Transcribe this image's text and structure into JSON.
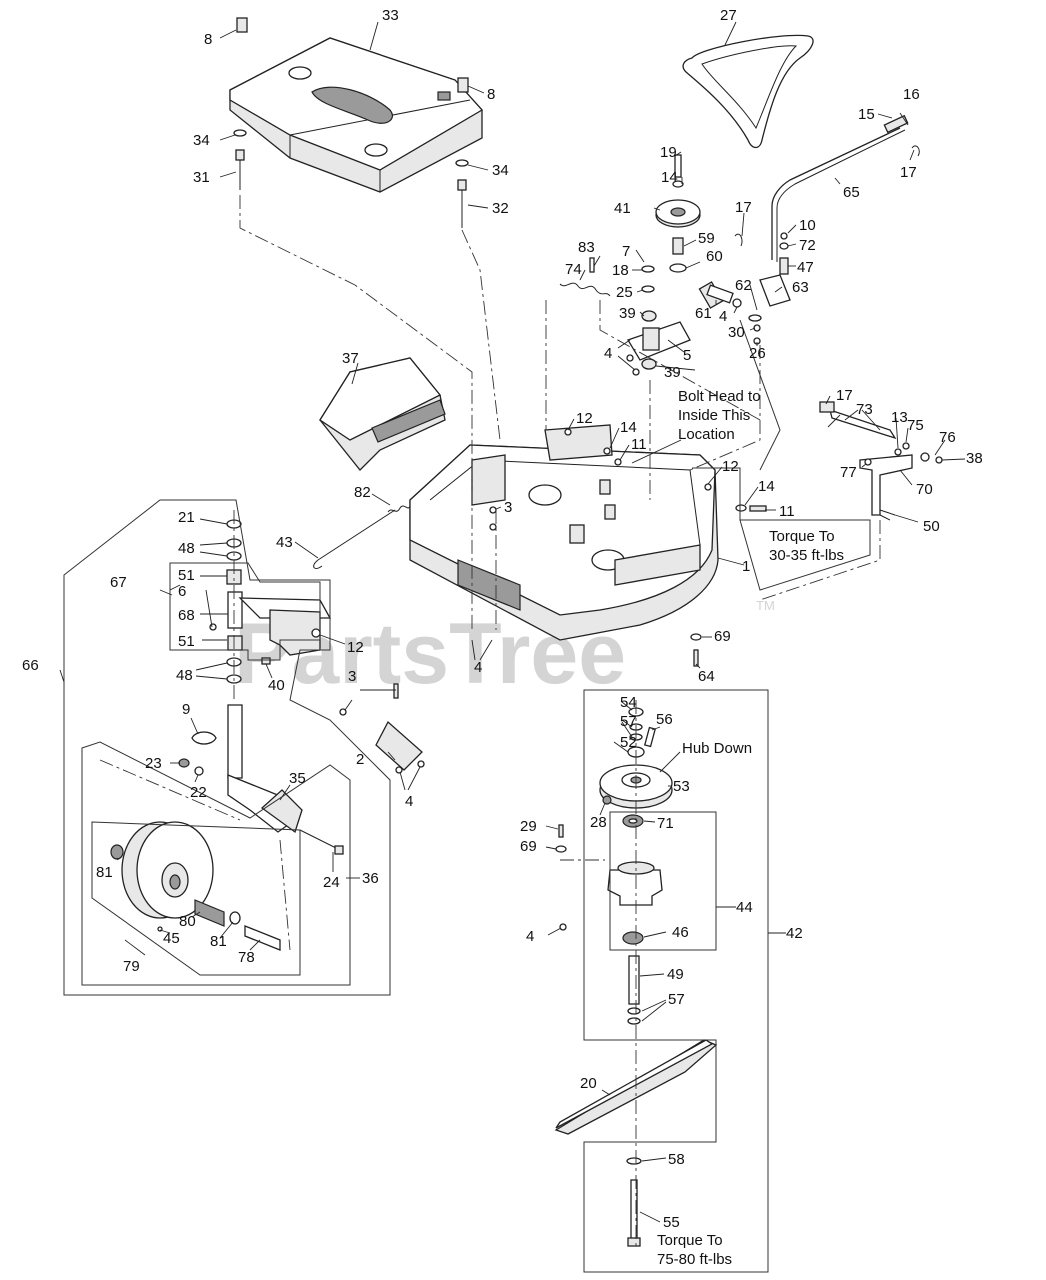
{
  "watermark": {
    "text": "PartsTree",
    "trademark": "TM"
  },
  "notes": {
    "bolt_head_1": "Bolt Head to",
    "bolt_head_2": "Inside This",
    "bolt_head_3": "Location",
    "torque_deck_1": "Torque To",
    "torque_deck_2": "30-35 ft-lbs",
    "hub_down": "Hub Down",
    "torque_blade_1": "Torque To",
    "torque_blade_2": "75-80 ft-lbs"
  },
  "callouts": {
    "c1": "1",
    "c2": "2",
    "c3a": "3",
    "c3b": "3",
    "c4a": "4",
    "c4b": "4",
    "c4c": "4",
    "c4d": "4",
    "c4e": "4",
    "c5": "5",
    "c6": "6",
    "c7": "7",
    "c8a": "8",
    "c8b": "8",
    "c9": "9",
    "c10": "10",
    "c11a": "11",
    "c11b": "11",
    "c12a": "12",
    "c12b": "12",
    "c12c": "12",
    "c13": "13",
    "c14a": "14",
    "c14b": "14",
    "c14c": "14",
    "c15": "15",
    "c16": "16",
    "c17a": "17",
    "c17b": "17",
    "c17c": "17",
    "c18": "18",
    "c19": "19",
    "c20": "20",
    "c21": "21",
    "c22": "22",
    "c23": "23",
    "c24": "24",
    "c25": "25",
    "c26": "26",
    "c27": "27",
    "c28": "28",
    "c29": "29",
    "c30": "30",
    "c31": "31",
    "c32": "32",
    "c33": "33",
    "c34a": "34",
    "c34b": "34",
    "c35": "35",
    "c36": "36",
    "c37": "37",
    "c38": "38",
    "c39a": "39",
    "c39b": "39",
    "c40": "40",
    "c41": "41",
    "c42": "42",
    "c43": "43",
    "c44": "44",
    "c45": "45",
    "c46": "46",
    "c47": "47",
    "c48a": "48",
    "c48b": "48",
    "c49": "49",
    "c50": "50",
    "c51a": "51",
    "c51b": "51",
    "c52": "52",
    "c53": "53",
    "c54": "54",
    "c55": "55",
    "c56": "56",
    "c57a": "57",
    "c57b": "57",
    "c58": "58",
    "c59": "59",
    "c60": "60",
    "c61": "61",
    "c62": "62",
    "c63": "63",
    "c64": "64",
    "c65": "65",
    "c66": "66",
    "c67": "67",
    "c68": "68",
    "c69a": "69",
    "c69b": "69",
    "c70": "70",
    "c71": "71",
    "c72": "72",
    "c73": "73",
    "c74": "74",
    "c75": "75",
    "c76": "76",
    "c77": "77",
    "c78": "78",
    "c79": "79",
    "c80": "80",
    "c81a": "81",
    "c81b": "81",
    "c82": "82",
    "c83": "83"
  }
}
